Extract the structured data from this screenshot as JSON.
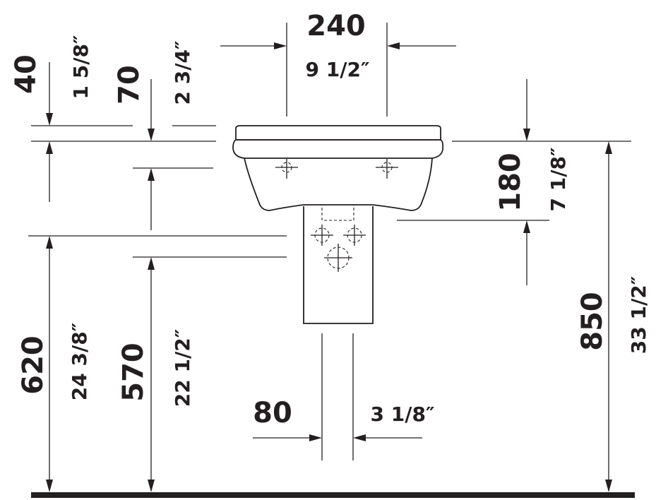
{
  "dimensions": {
    "basin_width": {
      "mm": "240",
      "inch": "9 1/2″"
    },
    "top_offset_a": {
      "mm": "40",
      "inch": "1 5/8″"
    },
    "top_offset_b": {
      "mm": "70",
      "inch": "2 3/4″"
    },
    "basin_depth": {
      "mm": "180",
      "inch": "7 1/8″"
    },
    "rim_height": {
      "mm": "850",
      "inch": "33 1/2″"
    },
    "height_a": {
      "mm": "620",
      "inch": "24 3/8″"
    },
    "height_b": {
      "mm": "570",
      "inch": "22 1/2″"
    },
    "pipe_width": {
      "mm": "80",
      "inch": "3 1/8″"
    }
  },
  "colors": {
    "line": "#231f20",
    "background": "#ffffff"
  }
}
